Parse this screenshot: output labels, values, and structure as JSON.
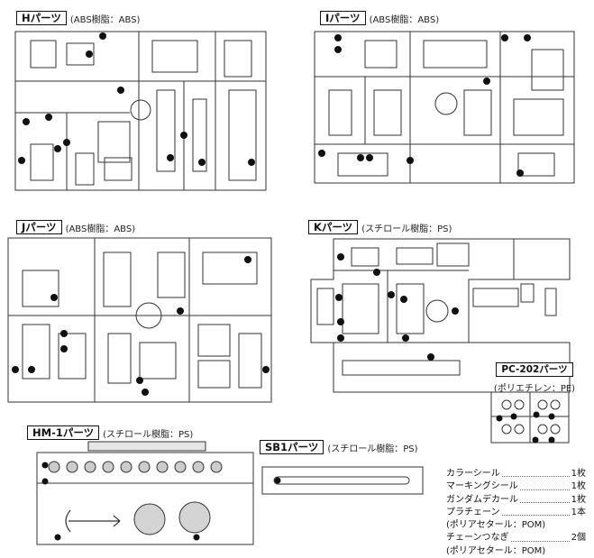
{
  "sections": {
    "h": {
      "label": "Hパーツ",
      "material": "(ABS樹脂：ABS)"
    },
    "i": {
      "label": "Iパーツ",
      "material": "(ABS樹脂：ABS)"
    },
    "j": {
      "label": "Jパーツ",
      "material": "(ABS樹脂：ABS)"
    },
    "k": {
      "label": "Kパーツ",
      "material": "(スチロール樹脂：PS)"
    },
    "pc": {
      "label": "PC-202パーツ",
      "material": "(ポリエチレン：PE)"
    },
    "hm": {
      "label": "HM-1パーツ",
      "material": "(スチロール樹脂：PS)"
    },
    "sb": {
      "label": "SB1パーツ",
      "material": "(スチロール樹脂：PS)"
    }
  },
  "accessories": [
    {
      "name": "カラーシール",
      "qty": "1枚"
    },
    {
      "name": "マーキングシール",
      "qty": "1枚"
    },
    {
      "name": "ガンダムデカール",
      "qty": "1枚"
    },
    {
      "name": "プラチェーン",
      "qty": "1本"
    },
    {
      "note": "(ポリアセタール：POM)"
    },
    {
      "name": "チェーンつなぎ",
      "qty": "2個"
    },
    {
      "note": "(ポリアセタール：POM)"
    }
  ]
}
